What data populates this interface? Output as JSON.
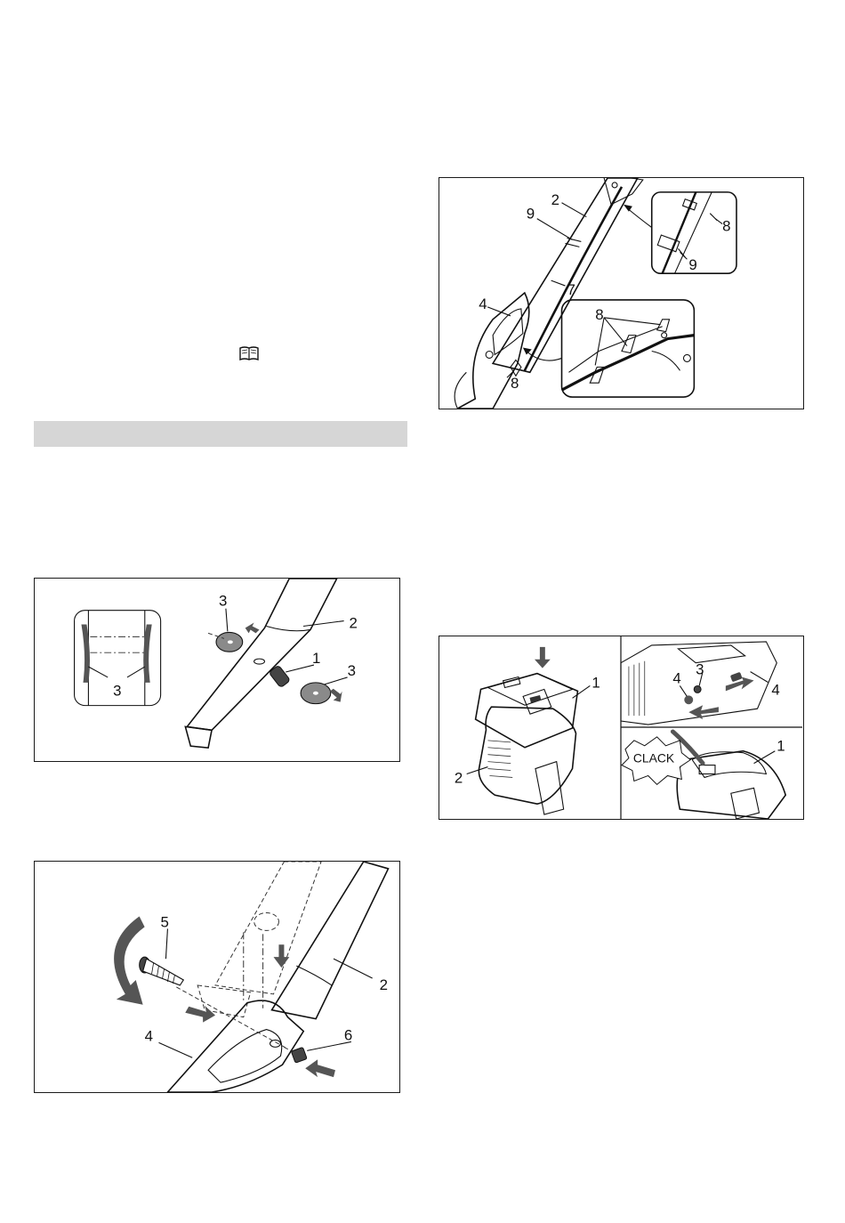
{
  "section": {
    "heading": ""
  },
  "icons": {
    "reference": "book-icon"
  },
  "figures": {
    "washers": {
      "labels": [
        "3",
        "3",
        "3",
        "2",
        "1",
        "3"
      ]
    },
    "handle_bolt": {
      "labels": [
        "5",
        "2",
        "4",
        "6"
      ]
    },
    "cable": {
      "labels": [
        "2",
        "9",
        "7",
        "4",
        "8",
        "8",
        "9",
        "8"
      ]
    },
    "catcher": {
      "labels": [
        "1",
        "2",
        "4",
        "3",
        "4",
        "1"
      ],
      "clack_text": "CLACK"
    }
  }
}
